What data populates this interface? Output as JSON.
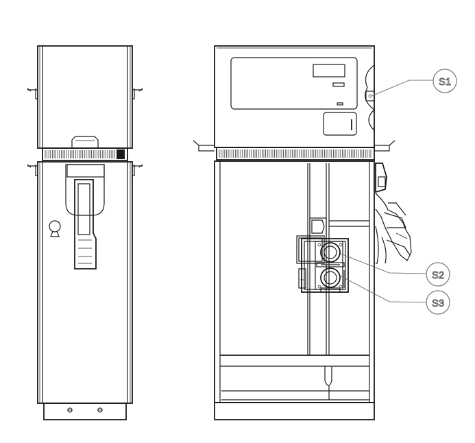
{
  "callouts": [
    {
      "id": "s1",
      "label": "S1"
    },
    {
      "id": "s2",
      "label": "S2"
    },
    {
      "id": "s3",
      "label": "S3"
    }
  ]
}
